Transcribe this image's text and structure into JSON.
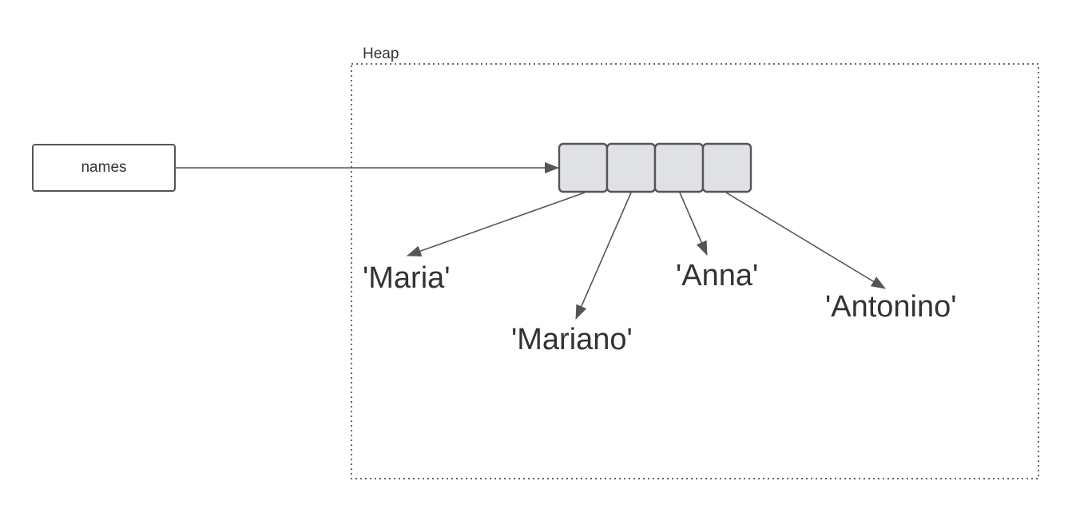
{
  "heap": {
    "label": "Heap"
  },
  "variable": {
    "name": "names"
  },
  "array": {
    "slot_count": 4
  },
  "strings": [
    "'Maria'",
    "'Mariano'",
    "'Anna'",
    "'Antonino'"
  ],
  "colors": {
    "stroke": "#555555",
    "slot_fill": "#dfe1e5",
    "text": "#333333",
    "heap_border": "#666666"
  }
}
